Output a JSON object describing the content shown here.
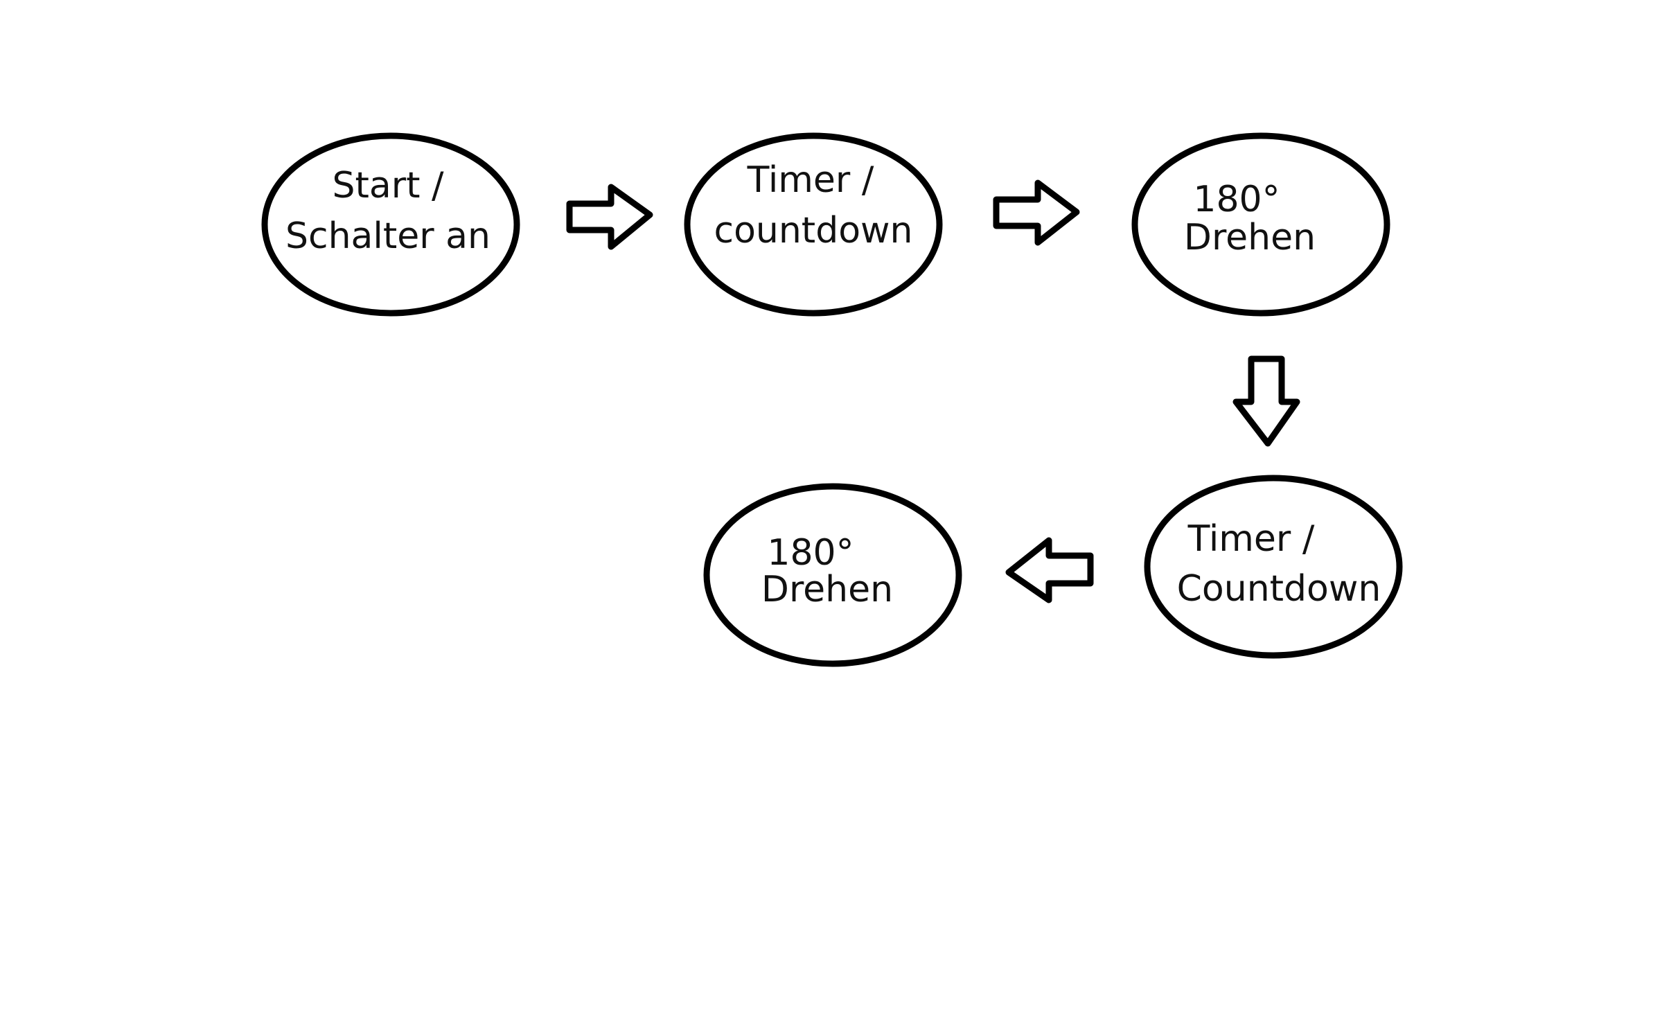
{
  "diagram": {
    "nodes": [
      {
        "id": "start",
        "lines": [
          "Start /",
          "Schalter an"
        ]
      },
      {
        "id": "timer-1",
        "lines": [
          "Timer /",
          "countdown"
        ]
      },
      {
        "id": "rotate-1",
        "lines": [
          "180°",
          "Drehen"
        ]
      },
      {
        "id": "timer-2",
        "lines": [
          "Timer /",
          "Countdown"
        ]
      },
      {
        "id": "rotate-2",
        "lines": [
          "180°",
          "Drehen"
        ]
      }
    ],
    "edges": [
      {
        "from": "start",
        "to": "timer-1",
        "direction": "right"
      },
      {
        "from": "timer-1",
        "to": "rotate-1",
        "direction": "right"
      },
      {
        "from": "rotate-1",
        "to": "timer-2",
        "direction": "down"
      },
      {
        "from": "timer-2",
        "to": "rotate-2",
        "direction": "left"
      }
    ],
    "colors": {
      "stroke": "#000000",
      "fill": "#ffffff",
      "text": "#111111"
    }
  }
}
